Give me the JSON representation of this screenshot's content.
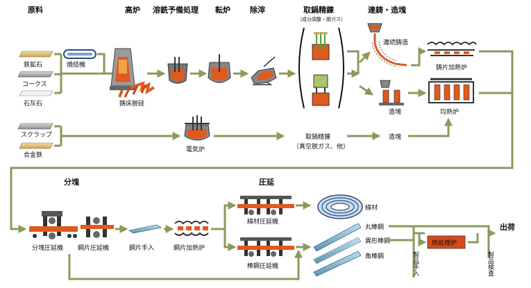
{
  "headers": {
    "raw_materials": "原料",
    "blast_furnace": "高炉",
    "hot_metal_pretreatment": "溶銑予備処理",
    "converter": "転炉",
    "deslagging": "除滓",
    "ladle_refining": "取鍋精錬",
    "ladle_refining_note": "（成分調整・脱ガス）",
    "casting": "連鋳・造塊",
    "blooming": "分塊",
    "rolling": "圧延",
    "shipping": "出荷"
  },
  "labels": {
    "iron_ore": "鉄鉱石",
    "coke": "コークス",
    "limestone": "石灰石",
    "sintering_machine": "焼結機",
    "runner_desilicon": "鋳床脱硅",
    "scrap": "スクラップ",
    "ferroalloy": "合金鉄",
    "electric_furnace": "電気炉",
    "ladle_refining2": "取鍋精錬",
    "ladle_refining2_note": "（真空脱ガス、他）",
    "continuous_casting": "連続鋳造",
    "ingot_casting": "造塊",
    "ingot_casting2": "造塊",
    "billet_reheating_furnace_top": "鋳片加熱炉",
    "soaking_pit": "均熱炉",
    "blooming_mill": "分塊圧延機",
    "billet_mill": "鋼片圧延機",
    "billet_conditioning": "鋼片手入",
    "billet_reheating_furnace": "鋼片加熱炉",
    "wire_rod_mill": "線材圧延機",
    "bar_mill": "棒鋼圧延機",
    "wire_rod": "線材",
    "round_bar": "丸棒鋼",
    "deformed_bar": "異形棒鋼",
    "square_bar": "角棒鋼",
    "heat_treatment_furnace": "熱処理炉",
    "product_conditioning": "製品手入",
    "product_inspection": "製品検査"
  },
  "colors": {
    "flow_arrow": "#8a9a5b",
    "molten_steel": "#e05a1e",
    "heat_furnace_box": "#d94a1a"
  }
}
